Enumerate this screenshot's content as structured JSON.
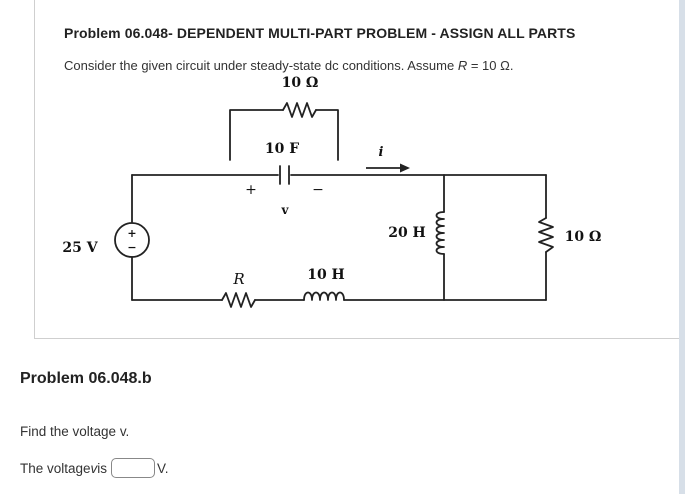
{
  "problem": {
    "title": "Problem 06.048- DEPENDENT MULTI-PART PROBLEM - ASSIGN ALL PARTS",
    "description_prefix": "Consider the given circuit under steady-state dc conditions. Assume ",
    "description_var": "R",
    "description_suffix": " = 10 Ω."
  },
  "circuit": {
    "top_resistor_label": "10 Ω",
    "capacitor_label": "10 F",
    "cap_plus": "+",
    "cap_minus": "−",
    "cap_voltage_label": "v",
    "current_label": "i",
    "source_label": "25 V",
    "source_plus": "+",
    "source_minus": "−",
    "inductor_20_label": "20 H",
    "resistor_right_label": "10 Ω",
    "resistor_r_label": "R",
    "inductor_10_label": "10 H"
  },
  "part": {
    "title": "Problem 06.048.b",
    "instruction": "Find the voltage v.",
    "answer_prefix": "The voltage ",
    "answer_var": "v",
    "answer_is": " is",
    "answer_unit": "V.",
    "answer_value": ""
  },
  "colors": {
    "wire": "#222222",
    "panel_border": "#cfcfcf",
    "right_strip": "#d7dfe8"
  }
}
